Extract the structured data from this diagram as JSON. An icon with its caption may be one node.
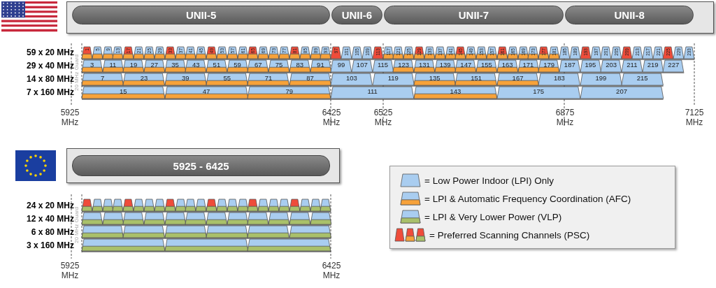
{
  "diagram": {
    "nodes": [
      {
        "text": [
          "UNII-5"
        ]
      },
      {
        "text": [
          "UNII-6"
        ]
      },
      {
        "text": [
          "UNII-7"
        ]
      },
      {
        "text": [
          "UNII-8"
        ]
      },
      {
        "text": [
          "1"
        ]
      },
      {
        "text": [
          "5"
        ]
      },
      {
        "text": [
          "9"
        ]
      },
      {
        "text": [
          "13"
        ]
      },
      {
        "text": [
          "17"
        ]
      },
      {
        "text": [
          "21"
        ]
      },
      {
        "text": [
          "25"
        ]
      },
      {
        "text": [
          "29"
        ]
      },
      {
        "text": [
          "33"
        ]
      },
      {
        "text": [
          "37"
        ]
      },
      {
        "text": [
          "41"
        ]
      },
      {
        "text": [
          "45"
        ]
      },
      {
        "text": [
          "49"
        ]
      },
      {
        "text": [
          "53"
        ]
      },
      {
        "text": [
          "57"
        ]
      },
      {
        "text": [
          "61"
        ]
      },
      {
        "text": [
          "65"
        ]
      },
      {
        "text": [
          "69"
        ]
      },
      {
        "text": [
          "73"
        ]
      },
      {
        "text": [
          "77"
        ]
      },
      {
        "text": [
          "81"
        ]
      },
      {
        "text": [
          "85"
        ]
      },
      {
        "text": [
          "89"
        ]
      },
      {
        "text": [
          "93"
        ]
      },
      {
        "text": [
          "97"
        ]
      },
      {
        "text": [
          "101"
        ]
      },
      {
        "text": [
          "105"
        ]
      },
      {
        "text": [
          "109"
        ]
      },
      {
        "text": [
          "113"
        ]
      },
      {
        "text": [
          "117"
        ]
      },
      {
        "text": [
          "121"
        ]
      },
      {
        "text": [
          "125"
        ]
      },
      {
        "text": [
          "129"
        ]
      },
      {
        "text": [
          "133"
        ]
      },
      {
        "text": [
          "137"
        ]
      },
      {
        "text": [
          "141"
        ]
      },
      {
        "text": [
          "145"
        ]
      },
      {
        "text": [
          "149"
        ]
      },
      {
        "text": [
          "153"
        ]
      },
      {
        "text": [
          "157"
        ]
      },
      {
        "text": [
          "161"
        ]
      },
      {
        "text": [
          "165"
        ]
      },
      {
        "text": [
          "169"
        ]
      },
      {
        "text": [
          "173"
        ]
      },
      {
        "text": [
          "177"
        ]
      },
      {
        "text": [
          "181"
        ]
      },
      {
        "text": [
          "185"
        ]
      },
      {
        "text": [
          "189"
        ]
      },
      {
        "text": [
          "193"
        ]
      },
      {
        "text": [
          "197"
        ]
      },
      {
        "text": [
          "201"
        ]
      },
      {
        "text": [
          "205"
        ]
      },
      {
        "text": [
          "209"
        ]
      },
      {
        "text": [
          "213"
        ]
      },
      {
        "text": [
          "217"
        ]
      },
      {
        "text": [
          "221"
        ]
      },
      {
        "text": [
          "225"
        ]
      },
      {
        "text": [
          "229"
        ]
      },
      {
        "text": [
          "233"
        ]
      },
      {
        "text": [
          "3"
        ]
      },
      {
        "text": [
          "11"
        ]
      },
      {
        "text": [
          "19"
        ]
      },
      {
        "text": [
          "27"
        ]
      },
      {
        "text": [
          "35"
        ]
      },
      {
        "text": [
          "43"
        ]
      },
      {
        "text": [
          "51"
        ]
      },
      {
        "text": [
          "59"
        ]
      },
      {
        "text": [
          "67"
        ]
      },
      {
        "text": [
          "75"
        ]
      },
      {
        "text": [
          "83"
        ]
      },
      {
        "text": [
          "91"
        ]
      },
      {
        "text": [
          "99"
        ]
      },
      {
        "text": [
          "107"
        ]
      },
      {
        "text": [
          "115"
        ]
      },
      {
        "text": [
          "123"
        ]
      },
      {
        "text": [
          "131"
        ]
      },
      {
        "text": [
          "139"
        ]
      },
      {
        "text": [
          "147"
        ]
      },
      {
        "text": [
          "155"
        ]
      },
      {
        "text": [
          "163"
        ]
      },
      {
        "text": [
          "171"
        ]
      },
      {
        "text": [
          "179"
        ]
      },
      {
        "text": [
          "187"
        ]
      },
      {
        "text": [
          "195"
        ]
      },
      {
        "text": [
          "203"
        ]
      },
      {
        "text": [
          "211"
        ]
      },
      {
        "text": [
          "219"
        ]
      },
      {
        "text": [
          "227"
        ]
      },
      {
        "text": [
          "7"
        ]
      },
      {
        "text": [
          "23"
        ]
      },
      {
        "text": [
          "39"
        ]
      },
      {
        "text": [
          "55"
        ]
      },
      {
        "text": [
          "71"
        ]
      },
      {
        "text": [
          "87"
        ]
      },
      {
        "text": [
          "103"
        ]
      },
      {
        "text": [
          "119"
        ]
      },
      {
        "text": [
          "135"
        ]
      },
      {
        "text": [
          "151"
        ]
      },
      {
        "text": [
          "167"
        ]
      },
      {
        "text": [
          "183"
        ]
      },
      {
        "text": [
          "199"
        ]
      },
      {
        "text": [
          "215"
        ]
      },
      {
        "text": [
          "15"
        ]
      },
      {
        "text": [
          "47"
        ]
      },
      {
        "text": [
          "79"
        ]
      },
      {
        "text": [
          "111"
        ]
      },
      {
        "text": [
          "143"
        ]
      },
      {
        "text": [
          "175"
        ]
      },
      {
        "text": [
          "207"
        ]
      },
      {
        "text": [
          "5925 - 6425"
        ]
      },
      {
        "text": [],
        "shape": "trapezoid"
      },
      {
        "text": [],
        "shape": "trapezoid"
      },
      {
        "text": [],
        "shape": "trapezoid"
      },
      {
        "text": [],
        "shape": "trapezoid"
      },
      {
        "text": [],
        "shape": "trapezoid"
      },
      {
        "text": [],
        "shape": "trapezoid"
      },
      {
        "text": [],
        "shape": "trapezoid"
      },
      {
        "text": [],
        "shape": "trapezoid"
      },
      {
        "text": [],
        "shape": "trapezoid"
      },
      {
        "text": [],
        "shape": "trapezoid"
      },
      {
        "text": [],
        "shape": "trapezoid"
      },
      {
        "text": [],
        "shape": "trapezoid"
      },
      {
        "text": [],
        "shape": "trapezoid"
      },
      {
        "text": [],
        "shape": "trapezoid"
      },
      {
        "text": [],
        "shape": "trapezoid"
      },
      {
        "text": [],
        "shape": "trapezoid"
      },
      {
        "text": [],
        "shape": "trapezoid"
      },
      {
        "text": [],
        "shape": "trapezoid"
      },
      {
        "text": [],
        "shape": "trapezoid"
      },
      {
        "text": [],
        "shape": "trapezoid"
      },
      {
        "text": [],
        "shape": "trapezoid"
      },
      {
        "text": [],
        "shape": "trapezoid"
      },
      {
        "text": [],
        "shape": "trapezoid"
      },
      {
        "text": [],
        "shape": "trapezoid"
      },
      {
        "text": [],
        "shape": "trapezoid"
      },
      {
        "text": [],
        "shape": "trapezoid"
      },
      {
        "text": [],
        "shape": "trapezoid"
      },
      {
        "text": [],
        "shape": "trapezoid"
      },
      {
        "text": [],
        "shape": "trapezoid"
      },
      {
        "text": [],
        "shape": "trapezoid"
      },
      {
        "text": [],
        "shape": "trapezoid"
      },
      {
        "text": [],
        "shape": "trapezoid"
      },
      {
        "text": [],
        "shape": "trapezoid"
      },
      {
        "text": [],
        "shape": "trapezoid"
      },
      {
        "text": [],
        "shape": "trapezoid"
      },
      {
        "text": [],
        "shape": "trapezoid"
      },
      {
        "text": [],
        "shape": "trapezoid"
      },
      {
        "text": [],
        "shape": "trapezoid"
      },
      {
        "text": [],
        "shape": "trapezoid"
      },
      {
        "text": [],
        "shape": "trapezoid"
      },
      {
        "text": [],
        "shape": "trapezoid"
      },
      {
        "text": [],
        "shape": "trapezoid"
      },
      {
        "text": [],
        "shape": "trapezoid"
      },
      {
        "text": [],
        "shape": "trapezoid"
      },
      {
        "text": [],
        "shape": "trapezoid"
      }
    ],
    "labels": [
      "59 x 20 MHz",
      "29 x 40 MHz",
      "14 x 80 MHz",
      "7 x 160 MHz",
      "20 MHz Guard",
      "5925 MHz",
      "6425 MHz",
      "6525 MHz",
      "6875 MHz",
      "7125 MHz",
      "24 x 20 MHz",
      "12 x 40 MHz",
      "6 x 80 MHz",
      "3 x 160 MHz",
      "20 MHz Guard",
      "5925 MHz",
      "6425 MHz"
    ],
    "legend": [
      {
        "text": "= Low Power Indoor (LPI) Only"
      },
      {
        "text": "= LPI & Automatic Frequency Coordination (AFC)"
      },
      {
        "text": "= LPI & Very Lower Power (VLP)"
      },
      {
        "text": "= Preferred Scanning Channels (PSC)"
      }
    ]
  }
}
